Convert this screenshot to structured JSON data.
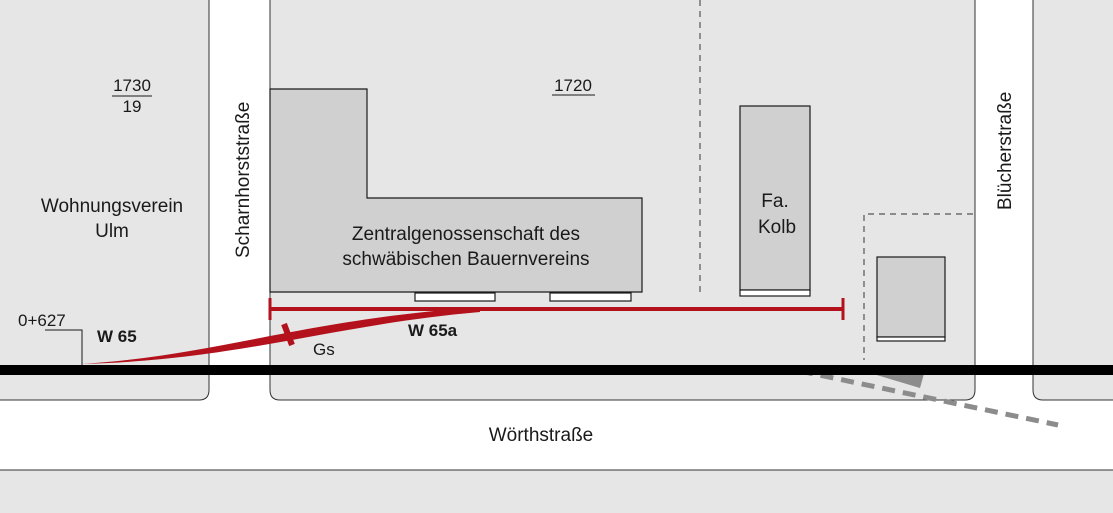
{
  "colors": {
    "block": "#e6e6e6",
    "building": "#d0d0d0",
    "track": "#000000",
    "siding": "#b3121c",
    "lost_track": "#8c8c8c"
  },
  "streets": {
    "scharnhorst": "Scharnhorststraße",
    "bluecher": "Blücherstraße",
    "woerth": "Wörthstraße"
  },
  "parcels": {
    "left_numerator": "1730",
    "left_denominator": "19",
    "middle": "1720"
  },
  "owners": {
    "left_line1": "Wohnungsverein",
    "left_line2": "Ulm",
    "main_line1": "Zentralgenossenschaft des",
    "main_line2": "schwäbischen Bauernvereins",
    "kolb_line1": "Fa.",
    "kolb_line2": "Kolb"
  },
  "tracks": {
    "chainage": "0+627",
    "switch_w65": "W 65",
    "switch_w65a": "W 65a",
    "gs": "Gs"
  }
}
